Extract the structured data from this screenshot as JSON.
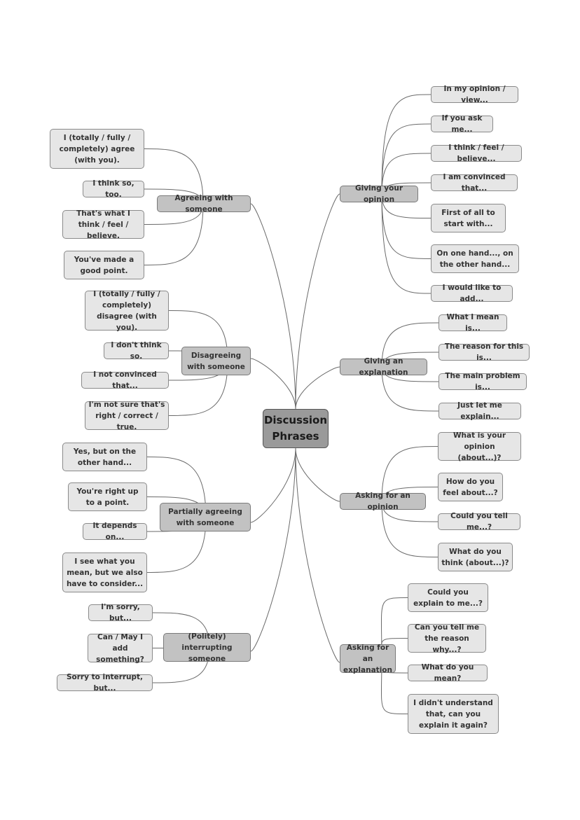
{
  "center": "Discussion Phrases",
  "branches": [
    {
      "id": "agree",
      "label": "Agreeing with someone",
      "leaves": [
        "I (totally / fully / completely) agree (with you).",
        "I think so, too.",
        "That's what I think / feel / believe.",
        "You've made a good point."
      ]
    },
    {
      "id": "disagree",
      "label": "Disagreeing with someone",
      "leaves": [
        "I (totally / fully / completely) disagree (with you).",
        "I don't think so.",
        "I not convinced that...",
        "I'm not sure that's right / correct / true."
      ]
    },
    {
      "id": "partial",
      "label": "Partially agreeing with someone",
      "leaves": [
        "Yes, but on the other hand...",
        "You're right up to a point.",
        "It depends on...",
        "I see what you mean, but we also have to consider..."
      ]
    },
    {
      "id": "interrupt",
      "label": "(Politely) interrupting someone",
      "leaves": [
        "I'm sorry, but...",
        "Can / May I add something?",
        "Sorry to interrupt, but..."
      ]
    },
    {
      "id": "opinion",
      "label": "Giving your opinion",
      "leaves": [
        "In my opinion / view...",
        "If you ask me...",
        "I think / feel / believe...",
        "I am convinced that...",
        "First of all  to start with...",
        "On one hand..., on the other hand...",
        "I would like to add..."
      ]
    },
    {
      "id": "explanation",
      "label": "Giving an explanation",
      "leaves": [
        "What I mean is...",
        "The reason for this is...",
        "The main problem is...",
        "Just let me explain..."
      ]
    },
    {
      "id": "ask-opinion",
      "label": "Asking for an opinion",
      "leaves": [
        "What is your opinion (about...)?",
        "How do you feel about...?",
        "Could you tell me...?",
        "What do you think (about...)?"
      ]
    },
    {
      "id": "ask-explanation",
      "label": "Asking for an explanation",
      "leaves": [
        "Could you explain to me...?",
        "Can you tell me the reason why...?",
        "What do you mean?",
        "I didn't understand that, can you explain it again?"
      ]
    }
  ]
}
